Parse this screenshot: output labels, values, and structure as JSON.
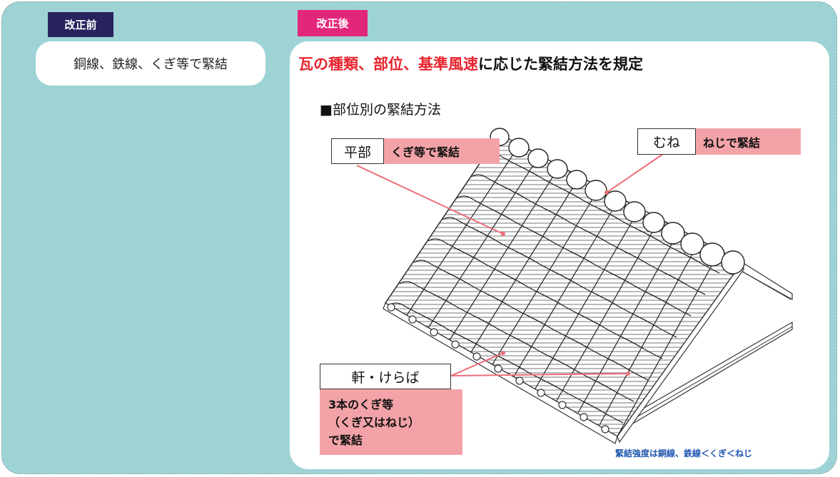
{
  "before": {
    "tag": "改正前",
    "text": "銅線、鉄線、くぎ等で緊結"
  },
  "after": {
    "tag": "改正後",
    "headline_red": "瓦の種類、部位、基準風速",
    "headline_black": "に応じた緊結方法を規定",
    "subhead": "■部位別の緊結方法",
    "labels": {
      "hirabu": {
        "name": "平部",
        "method": "くぎ等で緊結"
      },
      "mune": {
        "name": "むね",
        "method": "ねじで緊結"
      },
      "noki": {
        "name": "軒・けらば",
        "method_line1": "3本のくぎ等",
        "method_line2": "（くぎ又はねじ）",
        "method_line3": "で緊結"
      }
    },
    "note": "緊結強度は銅線、鉄線＜くぎ＜ねじ"
  },
  "colors": {
    "panel_bg": "#9ed3d5",
    "tag_before": "#27235f",
    "tag_after": "#e2277b",
    "accent_red": "#e8242e",
    "pink_fill": "#f3a3a8",
    "leader_line": "#ef6f78",
    "note_blue": "#1f57b0"
  }
}
